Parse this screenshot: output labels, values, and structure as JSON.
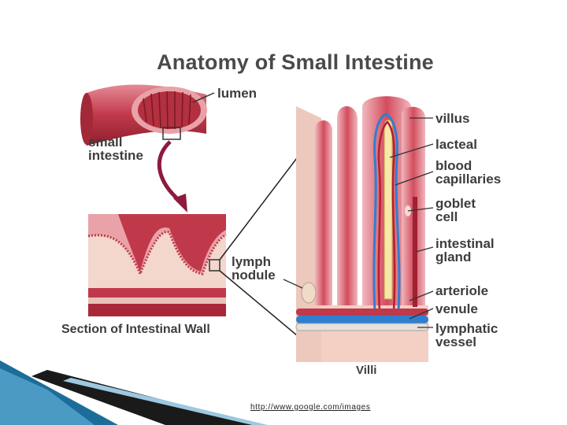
{
  "title": "Anatomy of Small Intestine",
  "labels": {
    "lumen": "lumen",
    "small_intestine": [
      "small",
      "intestine"
    ],
    "villus": "villus",
    "lacteal": "lacteal",
    "blood_capillaries": [
      "blood",
      "capillaries"
    ],
    "goblet_cell": [
      "goblet",
      "cell"
    ],
    "intestinal_gland": [
      "intestinal",
      "gland"
    ],
    "lymph_nodule": [
      "lymph",
      "nodule"
    ],
    "arteriole": "arteriole",
    "venule": "venule",
    "lymphatic_vessel": [
      "lymphatic",
      "vessel"
    ],
    "villi": "Villi"
  },
  "captions": {
    "section": "Section of Intestinal Wall"
  },
  "source_link": "http://www.google.com/images",
  "colors": {
    "tissue": "#c0394b",
    "tissue_light": "#e9a2a8",
    "blood_vessel": "#2f7fd0",
    "label_text": "#3d3d3d",
    "slide_accent": "#1f7fb0"
  }
}
